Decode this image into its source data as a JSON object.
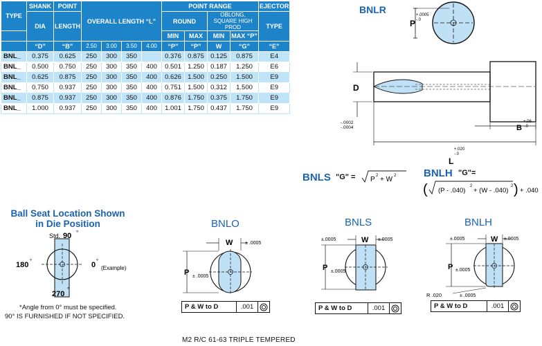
{
  "table": {
    "h_type": "TYPE",
    "h_shank": "SHANK",
    "h_dia": "DIA",
    "h_point": "POINT",
    "h_length": "LENGTH",
    "h_overall": "OVERALL LENGTH “L”",
    "h_point_range": "POINT RANGE",
    "h_round": "ROUND",
    "h_oblong": "OBLONG, SQUARE HIGH PROD",
    "h_ejector": "EJECTOR",
    "h_ejector2": "TYPE",
    "h_min": "MIN",
    "h_max": "MAX",
    "h_p": "“P”",
    "h_w": "W",
    "h_maxp": "MAX “P”",
    "h_g": "“G”",
    "h_d": "“D”",
    "h_b": "“B”",
    "h_e": "“E”",
    "lengths": [
      "2.50",
      "3.00",
      "3.50",
      "4.00"
    ],
    "rows": [
      [
        "BNL_",
        "0.375",
        "0.625",
        "250",
        "300",
        "350",
        "",
        "0.376",
        "0.875",
        "0.125",
        "0.875",
        "E4"
      ],
      [
        "BNL_",
        "0.500",
        "0.750",
        "250",
        "300",
        "350",
        "400",
        "0.501",
        "1.250",
        "0.187",
        "1.250",
        "E6"
      ],
      [
        "BNL_",
        "0.625",
        "0.875",
        "250",
        "300",
        "350",
        "400",
        "0.626",
        "1.500",
        "0.250",
        "1.500",
        "E9"
      ],
      [
        "BNL_",
        "0.750",
        "0.937",
        "250",
        "300",
        "350",
        "400",
        "0.751",
        "1.500",
        "0.312",
        "1.500",
        "E9"
      ],
      [
        "BNL_",
        "0.875",
        "0.937",
        "250",
        "300",
        "350",
        "400",
        "0.876",
        "1.750",
        "0.375",
        "1.750",
        "E9"
      ],
      [
        "BNL_",
        "1.000",
        "0.937",
        "250",
        "300",
        "350",
        "400",
        "1.001",
        "1.750",
        "0.437",
        "1.750",
        "E9"
      ]
    ]
  },
  "bnlr": {
    "title": "BNLR",
    "p": "P",
    "tol_p": "+.0005",
    "tol_m": "-.0"
  },
  "side": {
    "d": "D",
    "tol_d1": "-.0002",
    "tol_d2": "-.0004",
    "b": "B",
    "b_tol_p": "+.06",
    "b_tol_m": "-.0",
    "l": "L",
    "l_tol_p": "+.020",
    "l_tol_m": "-.0"
  },
  "formula_bnls": {
    "label": "BNLS",
    "g": "\"G\" =",
    "expr_a": "P",
    "plus": "+ W",
    "sq": "2"
  },
  "formula_bnlh": {
    "label": "BNLH",
    "g": "\"G\"=",
    "a": "(P - .040)",
    "b": "+ (W - .040)",
    "sq": "2",
    "tail": "+ .040"
  },
  "ballseat": {
    "title1": "Ball Seat Location Shown",
    "title2": "in Die Position",
    "std": "Std.",
    "deg90": "90",
    "deg180": "180",
    "deg0": "0",
    "deg270": "270",
    "example": "(Example)",
    "deg": "°",
    "note1": "*Angle from 0° must be specified.",
    "note2": "90° IS FURNISHED IF NOT SPECIFIED."
  },
  "bnlo": {
    "title": "BNLO",
    "w": "W",
    "wtol": "± .0005",
    "p": "P",
    "ptol": "± .0005",
    "box": "P & W to D",
    "box_val": ".001"
  },
  "bnls_view": {
    "title": "BNLS",
    "w": "W",
    "wtol1": "±.0005",
    "wtol2": "±.0005",
    "p": "P",
    "ptol": "±.0005",
    "box": "P & W to D",
    "box_val": ".001"
  },
  "bnlh_view": {
    "title": "BNLH",
    "w": "W",
    "wtol1": "±.0005",
    "wtol2": "±.0005",
    "p": "P",
    "ptol": "±.0005",
    "r": "R .020",
    "rtol": "± .0005",
    "box": "P & W to D",
    "box_val": ".001"
  },
  "footer": "M2 R/C 61-63 TRIPLE TEMPERED",
  "colors": {
    "header_blue": "#1e84c9",
    "row_blue": "#bfe3f7",
    "title_blue": "#1a63b0",
    "part_fill": "#bfe0f5"
  }
}
